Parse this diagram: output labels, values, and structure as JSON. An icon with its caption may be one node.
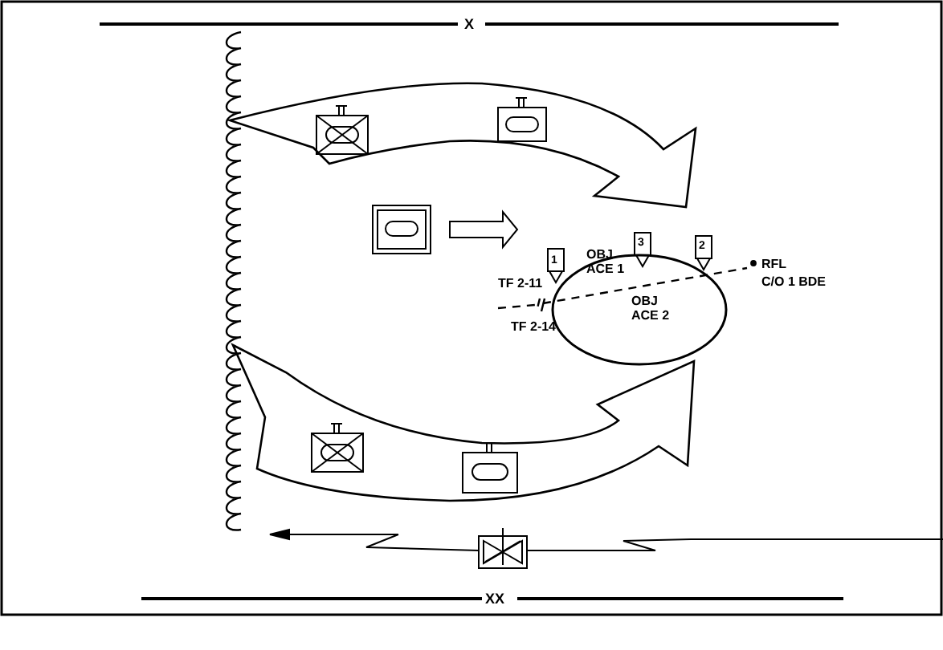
{
  "diagram": {
    "nodes": [
      {
        "text": [
          "OBJ ACE 1",
          "OBJ ACE 2"
        ]
      }
    ],
    "labels": [
      "X",
      "1",
      "3",
      "2",
      "TF 2-11",
      "RFL",
      "C/O 1 BDE",
      "TF 2-14",
      "XX"
    ]
  }
}
